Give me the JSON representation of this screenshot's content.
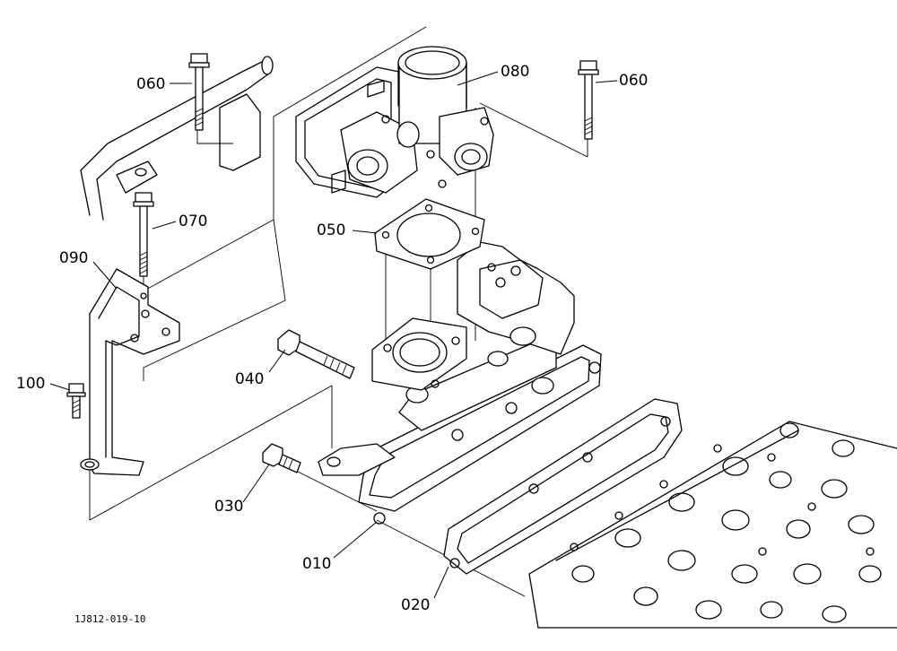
{
  "labels": {
    "p060a": "060",
    "p060b": "060",
    "p080": "080",
    "p050": "050",
    "p070": "070",
    "p090": "090",
    "p040": "040",
    "p100": "100",
    "p030": "030",
    "p010": "010",
    "p020": "020"
  },
  "drawing_code": "1J812-019-10"
}
